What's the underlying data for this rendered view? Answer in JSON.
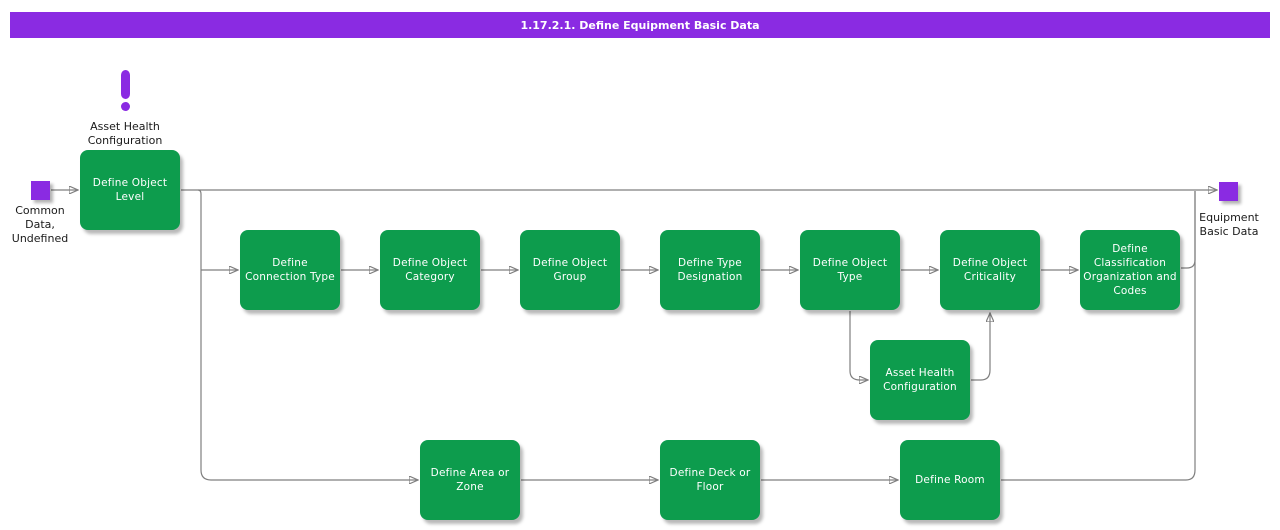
{
  "colors": {
    "accent": "#8A2BE2",
    "green": "#0D9C4D",
    "line": "#7F7F7F"
  },
  "title_bar": {
    "text": "1.17.2.1. Define Equipment Basic Data"
  },
  "alert": {
    "icon": "exclamation-icon",
    "label": "Asset Health Configuration"
  },
  "start_node": {
    "label": "Common Data, Undefined"
  },
  "end_node": {
    "label": "Equipment Basic Data"
  },
  "process_boxes": {
    "object_level": "Define Object Level",
    "connection_type": "Define Connection Type",
    "object_category": "Define Object Category",
    "object_group": "Define Object Group",
    "type_designation": "Define Type Designation",
    "object_type": "Define Object Type",
    "object_criticality": "Define Object Criticality",
    "classification": "Define Classification Organization and Codes",
    "asset_health": "Asset Health Configuration",
    "area_zone": "Define Area or Zone",
    "deck_floor": "Define Deck or Floor",
    "room": "Define Room"
  }
}
